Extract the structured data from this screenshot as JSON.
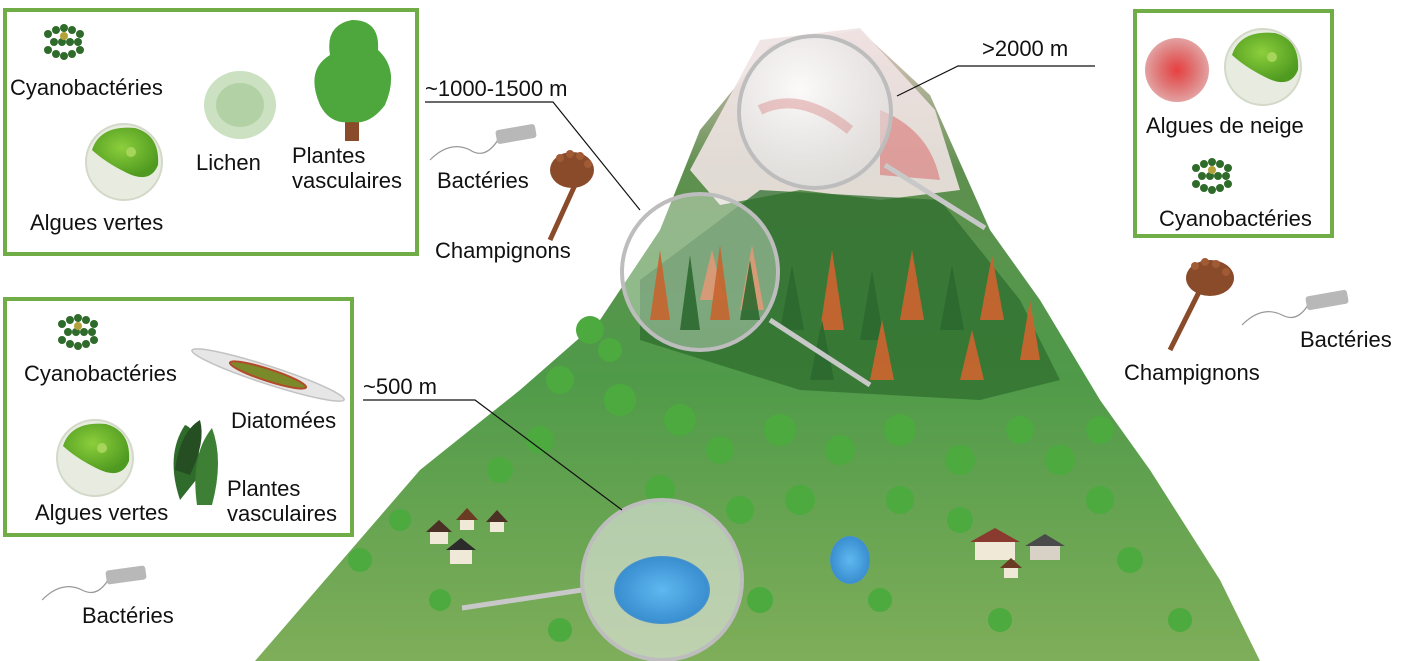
{
  "altitudes": {
    "high": ">2000 m",
    "mid": "~1000-1500 m",
    "low": "~500 m"
  },
  "box_high_left": {
    "cyano": "Cyanobactéries",
    "lichen": "Lichen",
    "plants_line1": "Plantes",
    "plants_line2": "vasculaires",
    "green_algae": "Algues vertes"
  },
  "mid_free": {
    "bacteria": "Bactéries",
    "fungi": "Champignons"
  },
  "box_low_left": {
    "cyano": "Cyanobactéries",
    "diatoms": "Diatomées",
    "green_algae": "Algues vertes",
    "plants_line1": "Plantes",
    "plants_line2": "vasculaires"
  },
  "low_free": {
    "bacteria": "Bactéries"
  },
  "box_right": {
    "snow_algae": "Algues de neige",
    "cyano": "Cyanobactéries"
  },
  "right_free": {
    "fungi": "Champignons",
    "bacteria": "Bactéries"
  },
  "colors": {
    "frame_green": "#70ad47",
    "forest_green": "#3f8f3a",
    "conifer_rust": "#c8652f",
    "lake_blue": "#4aa3e0",
    "snow_red": "#d34848"
  }
}
